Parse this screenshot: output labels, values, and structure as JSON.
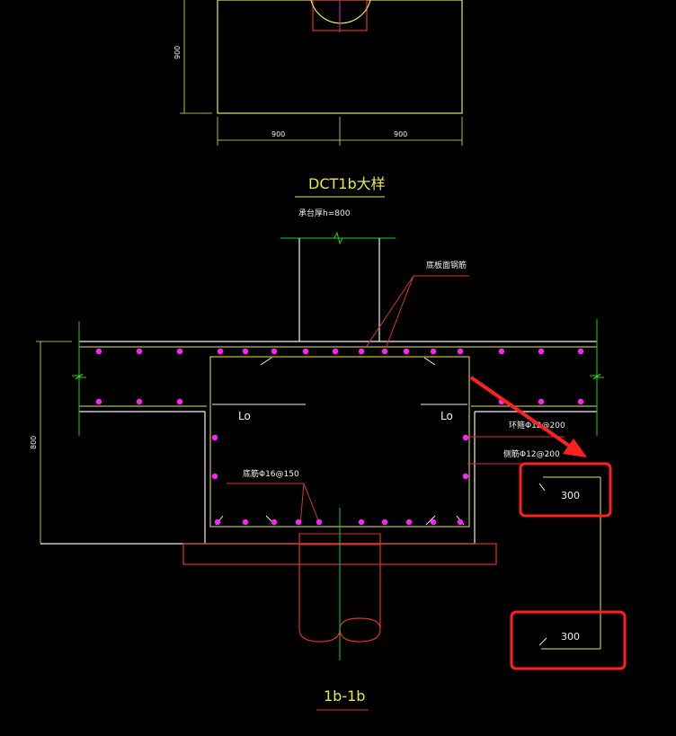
{
  "plan": {
    "dim_vertical": "900",
    "dim_left": "900",
    "dim_right": "900",
    "title": "DCT1b大样",
    "note": "承台厚h=800"
  },
  "section": {
    "label_top_rebar": "底板面钢筋",
    "label_lo_left": "Lo",
    "label_lo_right": "Lo",
    "label_ring": "环箍Φ12@200",
    "label_side": "侧筋Φ12@200",
    "label_bottom": "底筋Φ16@150",
    "dim_height": "800",
    "title": "1b-1b"
  },
  "detail": {
    "top_value": "300",
    "bottom_value": "300"
  },
  "colors": {
    "yellow": "#e8e84a",
    "white": "#f0f0f0",
    "green": "#22cc22",
    "red": "#e03030",
    "magenta": "#ff22ff",
    "highlight": "#ff2020"
  }
}
